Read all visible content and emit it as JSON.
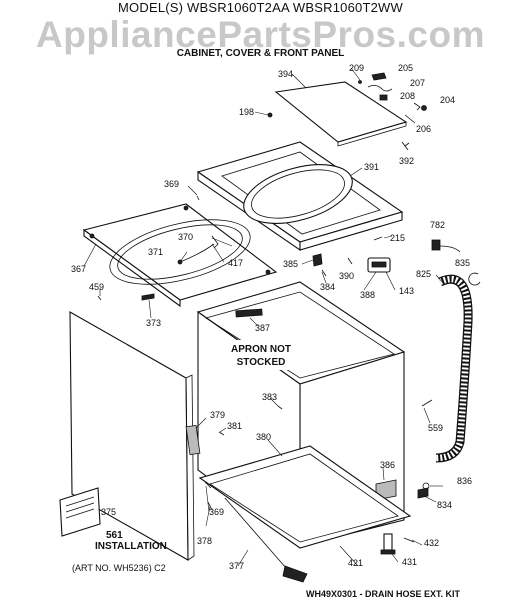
{
  "header": {
    "model": "MODEL(S) WBSR1060T2AA  WBSR1060T2WW",
    "watermark": "AppliancePartsPros.com",
    "subtitle": "CABINET, COVER & FRONT PANEL"
  },
  "notes": {
    "apron_line1": "APRON NOT",
    "apron_line2": "STOCKED",
    "installation_number": "561",
    "installation_text": "INSTALLATION",
    "art_no": "(ART NO. WH5236) C2",
    "drain_kit": "WH49X0301 - DRAIN HOSE EXT. KIT"
  },
  "parts": {
    "p394": "394",
    "p209": "209",
    "p205": "205",
    "p207": "207",
    "p208": "208",
    "p204": "204",
    "p198": "198",
    "p206": "206",
    "p392": "392",
    "p391": "391",
    "p369a": "369",
    "p782": "782",
    "p215": "215",
    "p835": "835",
    "p370": "370",
    "p371": "371",
    "p417": "417",
    "p367": "367",
    "p385": "385",
    "p390": "390",
    "p825": "825",
    "p384": "384",
    "p388": "388",
    "p143": "143",
    "p459": "459",
    "p373": "373",
    "p387": "387",
    "p383": "383",
    "p379": "379",
    "p381": "381",
    "p380": "380",
    "p559": "559",
    "p386": "386",
    "p836": "836",
    "p834": "834",
    "p375": "375",
    "p369b": "369",
    "p378": "378",
    "p377": "377",
    "p421": "421",
    "p432": "432",
    "p431": "431"
  }
}
